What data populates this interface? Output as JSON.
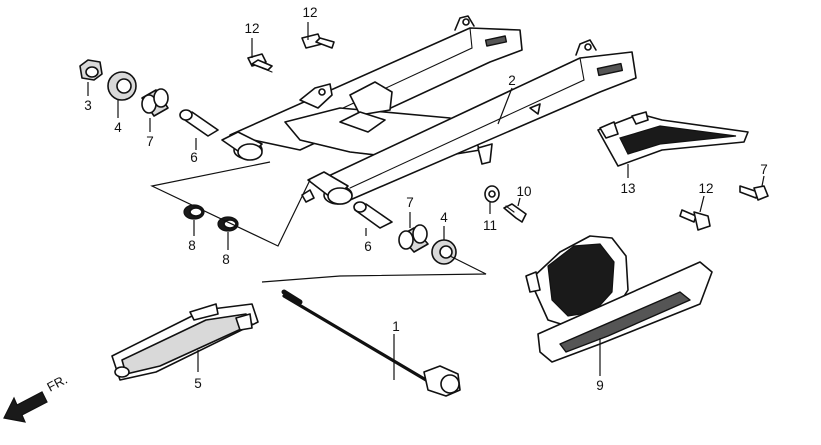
{
  "callouts": [
    {
      "id": "c1",
      "label": "1"
    },
    {
      "id": "c2",
      "label": "2"
    },
    {
      "id": "c3",
      "label": "3"
    },
    {
      "id": "c4a",
      "label": "4"
    },
    {
      "id": "c4b",
      "label": "4"
    },
    {
      "id": "c5",
      "label": "5"
    },
    {
      "id": "c6a",
      "label": "6"
    },
    {
      "id": "c6b",
      "label": "6"
    },
    {
      "id": "c7a",
      "label": "7"
    },
    {
      "id": "c7b",
      "label": "7"
    },
    {
      "id": "c7c",
      "label": "7"
    },
    {
      "id": "c8a",
      "label": "8"
    },
    {
      "id": "c8b",
      "label": "8"
    },
    {
      "id": "c9",
      "label": "9"
    },
    {
      "id": "c10",
      "label": "10"
    },
    {
      "id": "c11",
      "label": "11"
    },
    {
      "id": "c12a",
      "label": "12"
    },
    {
      "id": "c12b",
      "label": "12"
    },
    {
      "id": "c12c",
      "label": "12"
    },
    {
      "id": "c13",
      "label": "13"
    }
  ],
  "direction": {
    "label": "FR."
  }
}
